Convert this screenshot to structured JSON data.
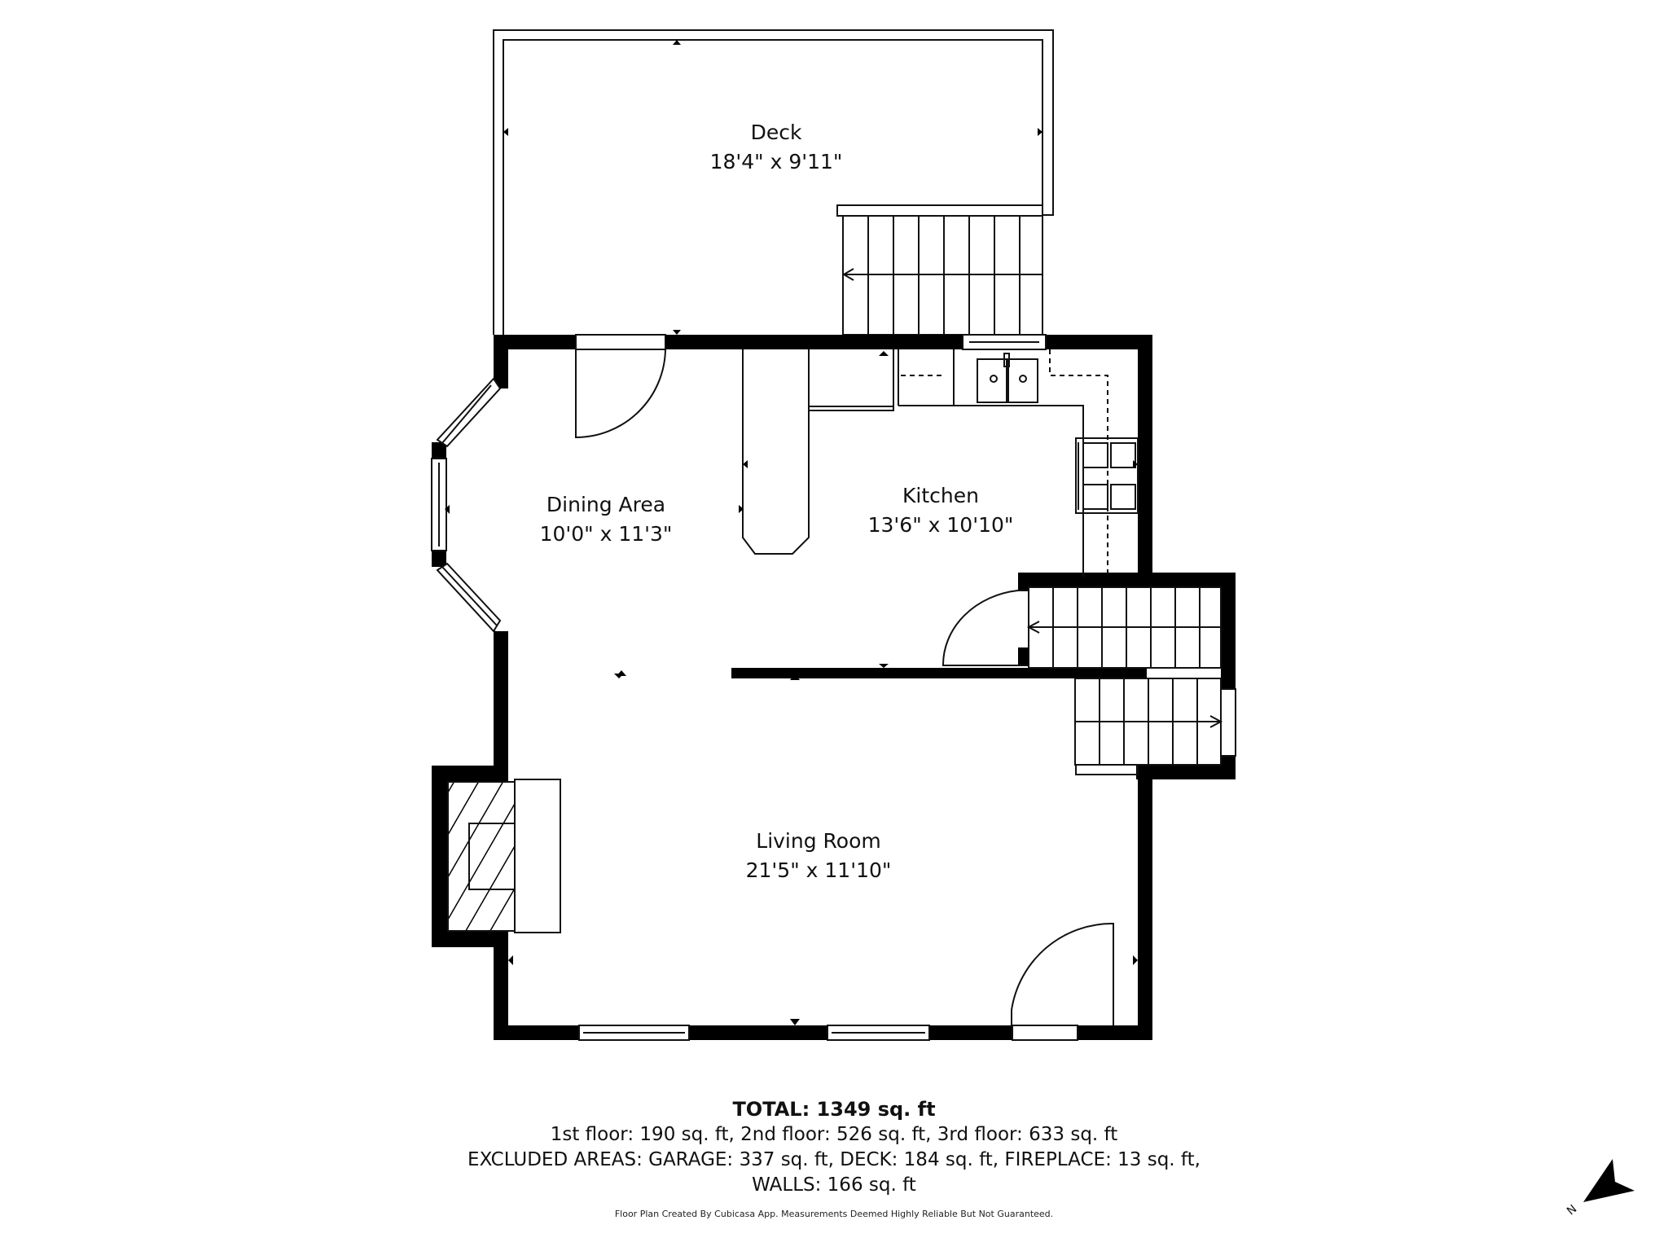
{
  "rooms": {
    "deck": {
      "name": "Deck",
      "dimensions": "18'4\" x 9'11\""
    },
    "dining": {
      "name": "Dining Area",
      "dimensions": "10'0\" x 11'3\""
    },
    "kitchen": {
      "name": "Kitchen",
      "dimensions": "13'6\" x 10'10\""
    },
    "living": {
      "name": "Living Room",
      "dimensions": "21'5\" x 11'10\""
    }
  },
  "summary": {
    "total": "TOTAL: 1349 sq. ft",
    "floors": "1st floor: 190 sq. ft, 2nd floor: 526 sq. ft, 3rd floor: 633 sq. ft",
    "excluded": "EXCLUDED AREAS: GARAGE: 337 sq. ft, DECK: 184 sq. ft, FIREPLACE: 13 sq. ft,",
    "walls": "WALLS: 166 sq. ft"
  },
  "credit": "Floor Plan Created By Cubicasa App. Measurements Deemed Highly Reliable But Not Guaranteed.",
  "compass": {
    "label": "N",
    "icon": "north-arrow-icon"
  },
  "colors": {
    "wall": "#000000",
    "line": "#111111",
    "background": "#ffffff"
  }
}
